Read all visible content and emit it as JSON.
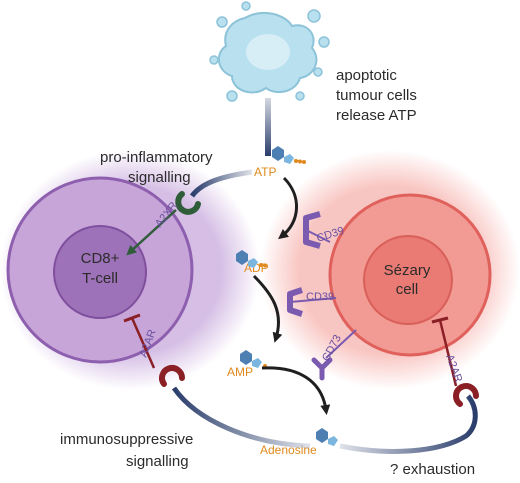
{
  "labels": {
    "apoptotic": [
      "apoptotic",
      "tumour cells",
      "release ATP"
    ],
    "pro_inflammatory": [
      "pro-inflammatory",
      "signalling"
    ],
    "immunosuppressive": [
      "immunosuppressive",
      "signalling"
    ],
    "exhaustion": "? exhaustion",
    "cd8_cell": [
      "CD8+",
      "T-cell"
    ],
    "sezary_cell": [
      "Sézary",
      "cell"
    ]
  },
  "metabolites": {
    "atp": "ATP",
    "adp": "ADP",
    "amp": "AMP",
    "adenosine": "Adenosine"
  },
  "receptors": {
    "a2xr": "A2XR",
    "a2ar_left": "A2AR",
    "a2ar_right": "A2AR",
    "cd39_top": "CD39",
    "cd39_mid": "CD39",
    "cd73": "CD73"
  },
  "colors": {
    "purple_cell": "#9b6fb5",
    "purple_core": "#8f63a8",
    "red_cell": "#ec8884",
    "red_core": "#e46f6c",
    "navy": "#2a3d6b",
    "orange_text": "#e08a1e",
    "receptor_purple": "#7a5bb0",
    "dark_red": "#8a1f25",
    "green": "#2f5d3a",
    "tumour_blue": "#b9e0ef"
  }
}
